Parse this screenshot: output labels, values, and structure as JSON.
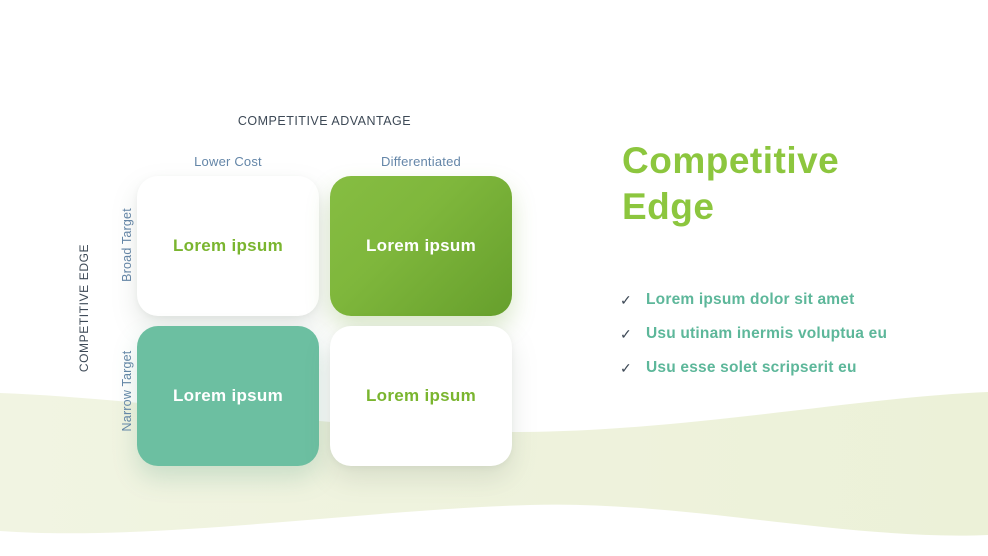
{
  "theme": {
    "green": "#8cc63e",
    "card_text_green": "#7ab52f",
    "card_green_from": "#86bd42",
    "card_green_mid": "#7fb73c",
    "card_green_to": "#669f2c",
    "teal": "#6cbfa1",
    "bullet_teal": "#5db79a",
    "slate": "#6486a8",
    "dark": "#3d4956",
    "wave_light": "#f1f4e2",
    "wave_deep": "#ecf1d8"
  },
  "matrix": {
    "top_axis_label": "COMPETITIVE ADVANTAGE",
    "left_axis_label": "COMPETITIVE EDGE",
    "column_labels": [
      "Lower Cost",
      "Differentiated"
    ],
    "row_labels": [
      "Broad Target",
      "Narrow Target"
    ],
    "cells": [
      {
        "label": "Lorem ipsum",
        "style": "white"
      },
      {
        "label": "Lorem ipsum",
        "style": "green-gradient"
      },
      {
        "label": "Lorem ipsum",
        "style": "teal"
      },
      {
        "label": "Lorem ipsum",
        "style": "white"
      }
    ]
  },
  "content": {
    "title_lines": [
      "Competitive",
      "Edge"
    ],
    "check_glyph": "✓",
    "bullets": [
      "Lorem ipsum dolor sit amet",
      "Usu utinam inermis voluptua eu",
      "Usu esse solet scripserit eu"
    ]
  }
}
